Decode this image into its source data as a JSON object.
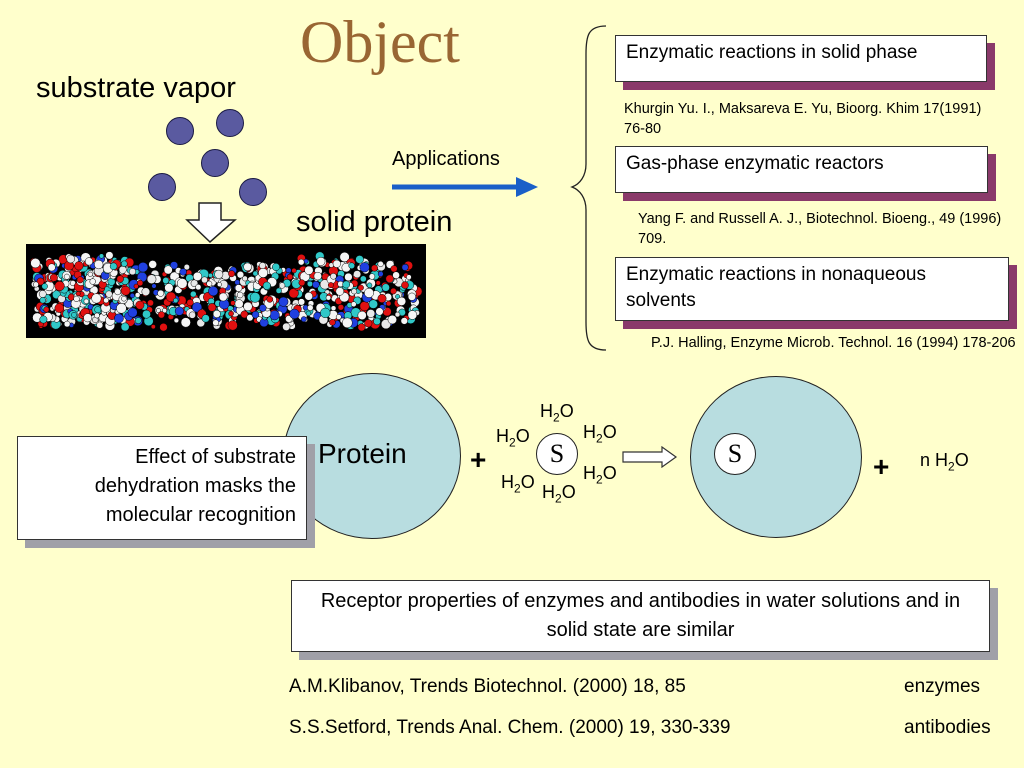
{
  "title": "Object",
  "substrate_vapor": "substrate vapor",
  "solid_protein": "solid protein",
  "applications": "Applications",
  "applications_list": [
    {
      "label": "Enzymatic reactions in solid phase",
      "ref": "Khurgin Yu. I., Maksareva E. Yu,  Bioorg. Khim 17(1991) 76-80"
    },
    {
      "label": "Gas-phase enzymatic reactors",
      "ref": "Yang F. and Russell A. J., Biotechnol. Bioeng., 49 (1996) 709."
    },
    {
      "label": "Enzymatic reactions in nonaqueous solvents",
      "ref": "P.J. Halling, Enzyme Microb. Technol. 16 (1994) 178-206"
    }
  ],
  "effect_box": "Effect of substrate dehydration masks the molecular recognition",
  "protein": "Protein",
  "substrate": "S",
  "plus": "+",
  "water_prefix": "H",
  "water_sub": "2",
  "water_suffix": "O",
  "n_prefix": "n H",
  "receptor_box": "Receptor properties of enzymes and antibodies in water solutions and in solid state are similar",
  "refs": [
    {
      "citation": "A.M.Klibanov, Trends Biotechnol. (2000) 18, 85",
      "topic": "enzymes"
    },
    {
      "citation": "S.S.Setford, Trends Anal. Chem. (2000) 19, 330-339",
      "topic": "antibodies"
    }
  ],
  "colors": {
    "background": "#ffffcc",
    "title": "#996633",
    "arrow": "#1a5fc8",
    "box_shadow": "#8a3a6a",
    "circle_fill": "#b8dde0",
    "vapor_dot": "#5a5aa0"
  }
}
